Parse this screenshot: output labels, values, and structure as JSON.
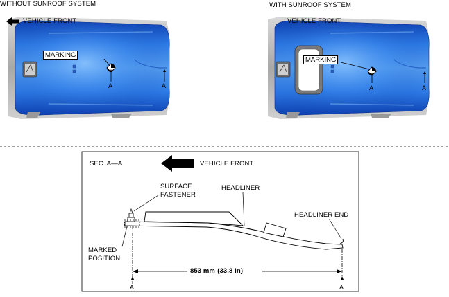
{
  "top_left": {
    "title": "WITHOUT SUNROOF SYSTEM",
    "vehicle_front": "VEHICLE FRONT",
    "marking": "MARKING",
    "section_mark_a1": "A",
    "section_mark_a2": "A"
  },
  "top_right": {
    "title": "WITH SUNROOF SYSTEM",
    "vehicle_front": "VEHICLE FRONT",
    "marking": "MARKING",
    "section_mark_a1": "A",
    "section_mark_a2": "A"
  },
  "section": {
    "title": "SEC. A—A",
    "vehicle_front": "VEHICLE FRONT",
    "surface_fastener_line1": "SURFACE",
    "surface_fastener_line2": "FASTENER",
    "headliner": "HEADLINER",
    "headliner_end": "HEADLINER END",
    "marked_position_line1": "MARKED",
    "marked_position_line2": "POSITION",
    "dimension": "853 mm {33.8 in}",
    "section_mark_left": "A",
    "section_mark_right": "A"
  },
  "colors": {
    "headliner_blue": "#1f66d8",
    "headliner_light": "#6fb0f0",
    "frame_gray": "#b9b9b9",
    "line": "#000000"
  }
}
